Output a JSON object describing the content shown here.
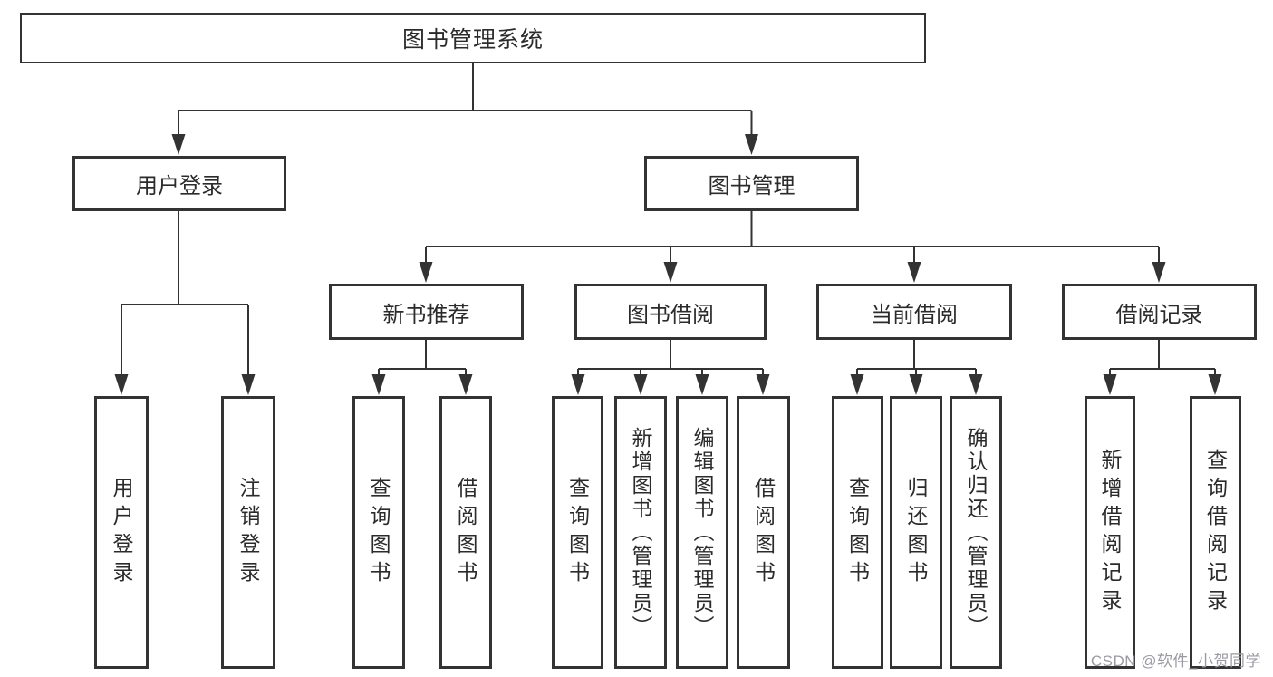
{
  "tree": {
    "root": "图书管理系统",
    "branches": [
      {
        "label": "用户登录",
        "leaves": [
          "用户登录",
          "注销登录"
        ]
      },
      {
        "label": "图书管理",
        "children": [
          {
            "label": "新书推荐",
            "leaves": [
              "查询图书",
              "借阅图书"
            ]
          },
          {
            "label": "图书借阅",
            "leaves": [
              "查询图书",
              "新增图书（管理员）",
              "编辑图书（管理员）",
              "借阅图书"
            ]
          },
          {
            "label": "当前借阅",
            "leaves": [
              "查询图书",
              "归还图书",
              "确认归还（管理员）"
            ]
          },
          {
            "label": "借阅记录",
            "leaves": [
              "新增借阅记录",
              "查询借阅记录"
            ]
          }
        ]
      }
    ]
  },
  "watermark": {
    "text": "CSDN @软件_小贺同学"
  },
  "colors": {
    "line": "#333333",
    "box_border": "#333333",
    "text": "#2b2b2b",
    "background": "#ffffff",
    "watermark": "#9a9aa2"
  }
}
